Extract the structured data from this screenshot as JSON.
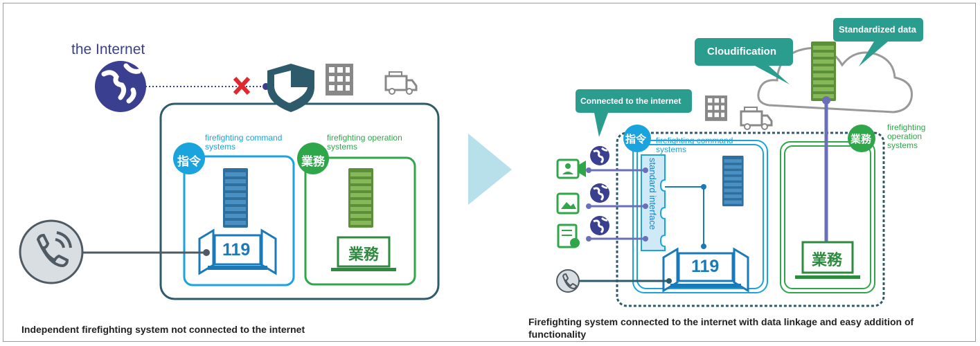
{
  "left": {
    "internet_label": "the Internet",
    "command_label": "firefighting command systems",
    "command_kanji": "指令",
    "operation_label": "firefighting operation systems",
    "operation_kanji": "業務",
    "emergency_number": "119",
    "laptop_label": "業務",
    "caption": "Independent firefighting system not connected to the internet"
  },
  "right": {
    "cloud_label": "Cloudification",
    "standard_data_label": "Standardized data",
    "internet_bubble": "Connected to the internet",
    "command_kanji": "指令",
    "command_label": "firefighting command systems",
    "operation_kanji": "業務",
    "operation_label": "firefighting operation systems",
    "interface_label": "standard interface",
    "emergency_number": "119",
    "laptop_label": "業務",
    "caption": "Firefighting system connected to the internet with data linkage and easy addition of functionality"
  },
  "colors": {
    "navy": "#3b3f8f",
    "blue": "#1aa3dc",
    "green": "#2fa64a",
    "teal": "#2a9d8f",
    "arrow": "#b7e0ea",
    "frame_dark": "#2e5b6b"
  }
}
